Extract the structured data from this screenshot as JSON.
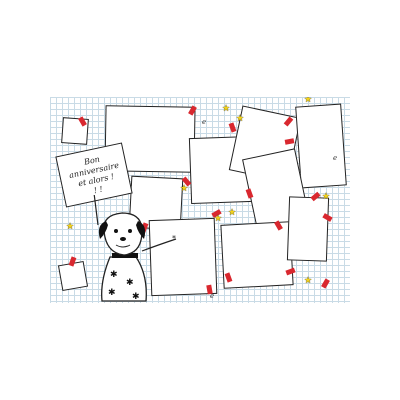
{
  "card": {
    "sign_line1": "Bon",
    "sign_line2": "anniversaire",
    "sign_line3": "et alors ! ",
    "sign_line4": "! !"
  },
  "colors": {
    "grid": "#c9dbe6",
    "tape": "#d9282f",
    "star": "#f2d21b",
    "ink": "#222222"
  },
  "icons": [
    "star-icon",
    "swirl-icon",
    "dog-illustration"
  ]
}
